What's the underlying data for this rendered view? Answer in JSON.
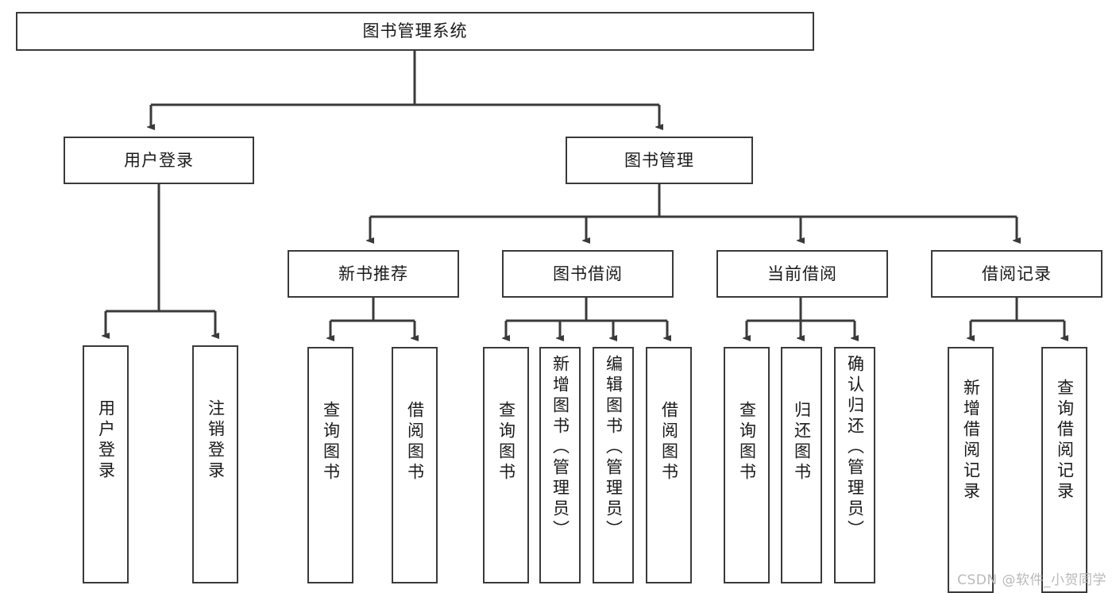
{
  "diagram": {
    "title": "图书管理系统",
    "type": "tree-hierarchy-chart",
    "colors": {
      "border": "#3a3a3a",
      "background": "#ffffff",
      "text": "#1a1a1a",
      "edge": "#3a3a3a",
      "watermark": "#b9b9b9"
    },
    "watermark": "CSDN @软件_小贺同学"
  },
  "nodes": {
    "root": {
      "label": "图书管理系统"
    },
    "level2": [
      {
        "label": "用户登录"
      },
      {
        "label": "图书管理"
      }
    ],
    "level3": [
      {
        "label": "新书推荐"
      },
      {
        "label": "图书借阅"
      },
      {
        "label": "当前借阅"
      },
      {
        "label": "借阅记录"
      }
    ],
    "leaves": {
      "user_login": [
        {
          "label": "用户登录"
        },
        {
          "label": "注销登录"
        }
      ],
      "new_book_recommend": [
        {
          "label": "查询图书"
        },
        {
          "label": "借阅图书"
        }
      ],
      "book_borrow": [
        {
          "label": "查询图书"
        },
        {
          "label": "新增图书（管理员）"
        },
        {
          "label": "编辑图书（管理员）"
        },
        {
          "label": "借阅图书"
        }
      ],
      "current_borrow": [
        {
          "label": "查询图书"
        },
        {
          "label": "归还图书"
        },
        {
          "label": "确认归还（管理员）"
        }
      ],
      "borrow_record": [
        {
          "label": "新增借阅记录"
        },
        {
          "label": "查询借阅记录"
        }
      ]
    }
  }
}
